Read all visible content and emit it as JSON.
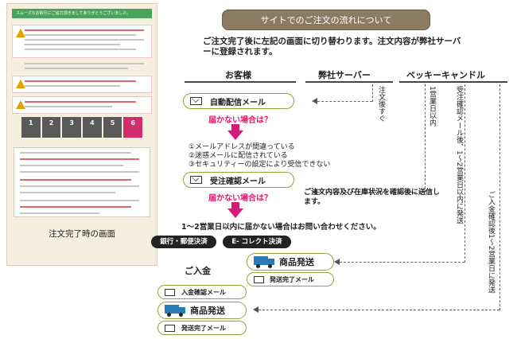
{
  "screenshot": {
    "bar_text": "スムーズなお取引にご協力頂きましてありがとうございました。",
    "steps": [
      "1",
      "2",
      "3",
      "4",
      "5",
      "6"
    ],
    "current_step": 6,
    "caption": "注文完了時の画面"
  },
  "title": "サイトでのご注文の流れについて",
  "intro": "ご注文完了後に左記の画面に切り替わります。注文内容が弊社サーバーに登録されます。",
  "columns": {
    "customer": "お客様",
    "server": "弊社サーバー",
    "shop": "ベッキーキャンドル"
  },
  "flow": {
    "auto_mail": "自動配信メール",
    "not_received_1": "届かない場合は？",
    "reasons": [
      "①メールアドレスが間違っている",
      "②迷惑メールに配信されている",
      "③セキュリティーの設定により受信できない"
    ],
    "order_confirm_mail": "受注確認メール",
    "not_received_2": "届かない場合は？",
    "shop_note": "ご注文内容及び在庫状況を確認後に送信します。",
    "contact_note": "1～2営業日以内に届かない場合はお問い合わせください。",
    "bank_payment": "銀行・郵便決済",
    "ecollect_payment": "E- コレクト決済",
    "payment_label": "ご入金",
    "ship_1": "商品発送",
    "ship_mail_1": "発送完了メール",
    "deposit_mail": "入金確認メール",
    "ship_2": "商品発送",
    "ship_mail_2": "発送完了メール"
  },
  "vertical_notes": {
    "server_immediate": "注文後すぐ",
    "shop_within": "1営業日以内",
    "shop_after_confirm": "受注確認メール後、1～2営業日以内に発送",
    "shop_after_deposit": "ご入金確認後1～2営業日に発送"
  },
  "colors": {
    "banner": "#8b7b62",
    "pill_border": "#8aa83a",
    "warning_text": "#e4186a",
    "arrow": "#d21c7a",
    "truck": "#2a7ab8"
  },
  "icons": [
    "envelope-icon",
    "truck-icon",
    "down-arrow-icon",
    "warning-icon"
  ]
}
